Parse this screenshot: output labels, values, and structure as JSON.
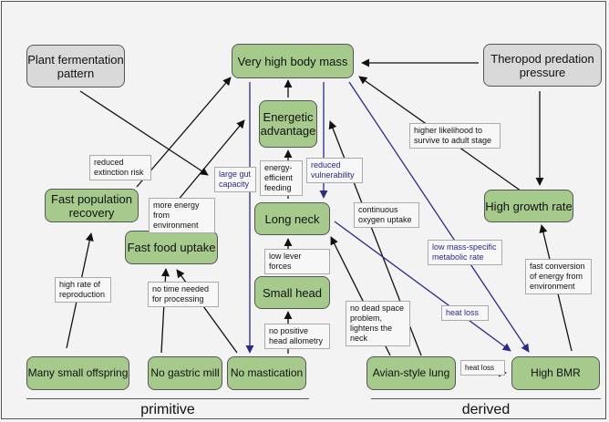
{
  "nodes": {
    "plant_fermentation": "Plant fermentation pattern",
    "very_high_body_mass": "Very high body mass",
    "theropod_predation": "Theropod predation pressure",
    "energetic_advantage": "Energetic advantage",
    "fast_population_recovery": "Fast population recovery",
    "fast_food_uptake": "Fast food uptake",
    "long_neck": "Long neck",
    "small_head": "Small head",
    "high_growth_rate": "High growth rate",
    "many_small_offspring": "Many small offspring",
    "no_gastric_mill": "No gastric mill",
    "no_mastication": "No mastication",
    "avian_style_lung": "Avian-style lung",
    "high_bmr": "High BMR"
  },
  "labels": {
    "reduced_extinction_risk": "reduced extinction risk",
    "large_gut_capacity": "large gut capacity",
    "energy_efficient_feeding": "energy-efficient feeding",
    "reduced_vulnerability": "reduced vulnerability",
    "higher_likelihood": "higher likelihood to survive to adult stage",
    "more_energy": "more energy from environment",
    "continuous_oxygen": "continuous oxygen uptake",
    "low_lever_forces": "low lever forces",
    "high_rate_reproduction": "high rate of reproduction",
    "no_time_needed": "no time needed for processing",
    "low_mass_specific": "low mass-specific metabolic rate",
    "fast_conversion": "fast conversion of energy from environment",
    "no_positive_allometry": "no positive head allometry",
    "no_dead_space": "no dead space problem, lightens the neck",
    "heat_loss_blue": "heat loss",
    "heat_loss_black": "heat loss"
  },
  "sections": {
    "primitive": "primitive",
    "derived": "derived"
  },
  "colors": {
    "node_green": "#a6c98c",
    "node_gray": "#d9d9d9",
    "arrow_black": "#111111",
    "arrow_blue": "#2a2a8a"
  }
}
